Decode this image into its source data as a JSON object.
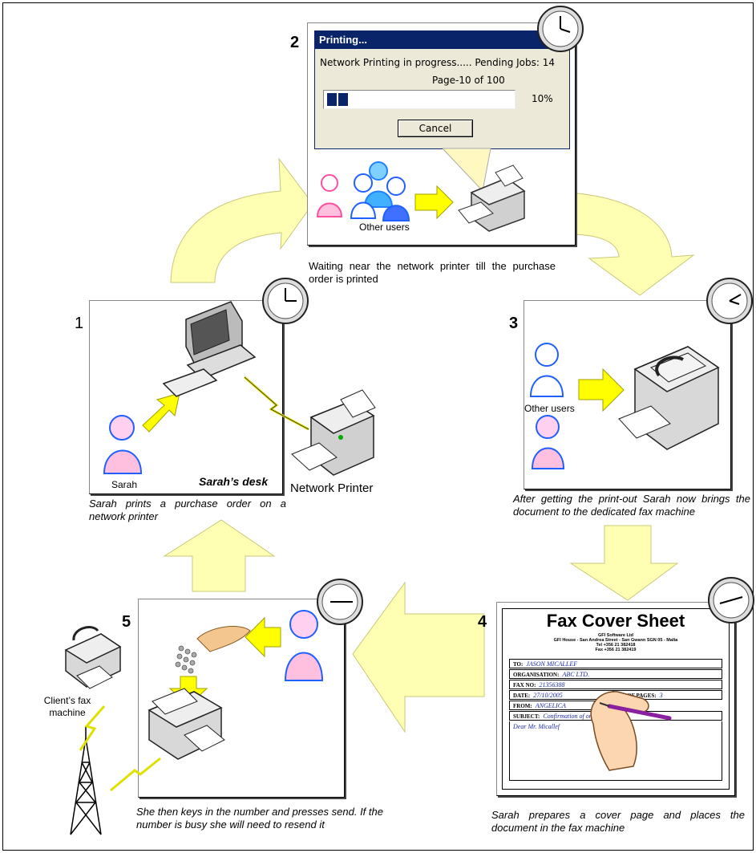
{
  "step1": {
    "number": "1",
    "person_label": "Sarah",
    "desk_label": "Sarah’s desk",
    "printer_label": "Network Printer",
    "caption": "Sarah prints a purchase order on a network printer"
  },
  "step2": {
    "number": "2",
    "dialog": {
      "title": "Printing...",
      "status_line": "Network Printing in progress..... Pending Jobs: 14",
      "page_line": "Page-10 of 100",
      "progress_percent_label": "10%",
      "progress_value": 0.1,
      "cancel_label": "Cancel"
    },
    "users_label": "Other users",
    "caption": "Waiting near the network printer till the purchase order is printed"
  },
  "step3": {
    "number": "3",
    "users_label": "Other users",
    "caption": "After getting the print-out Sarah now brings the document to the dedicated fax machine"
  },
  "step4": {
    "number": "4",
    "fax_sheet": {
      "title": "Fax Cover Sheet",
      "company": "GFI Software Ltd",
      "address": "GFI House - San Andrea Street - San Gwann SGN 05 - Malta",
      "tel": "Tel +356 21 382418",
      "fax": "Fax +356 21 382419",
      "to_label": "TO:",
      "to_value": "JASON MICALLEF",
      "org_label": "ORGANISATION:",
      "org_value": "ABC LTD.",
      "faxno_label": "FAX NO:",
      "faxno_value": "21356388",
      "date_label": "DATE:",
      "date_value": "27/10/2005",
      "pages_label": "NO OF PAGES:",
      "pages_value": "3",
      "from_label": "FROM:",
      "from_value": "ANGELICA",
      "subject_label": "SUBJECT:",
      "subject_value": "Confirmation of order",
      "salutation": "Dear Mr. Micallef"
    },
    "caption": "Sarah prepares a cover page and places the document in the fax machine"
  },
  "step5": {
    "number": "5",
    "client_fax_label": "Client’s fax machine",
    "caption": "She then keys in the number and presses send. If the number is busy she will need to resend it"
  },
  "colors": {
    "arrow_fill": "#ffffb4",
    "arrow_stroke": "#c8c878",
    "yellow_arrow": "#ffff00",
    "person_pink": "#ff80c0",
    "person_blue": "#2060ff",
    "dialog_title": "#0a246a"
  }
}
